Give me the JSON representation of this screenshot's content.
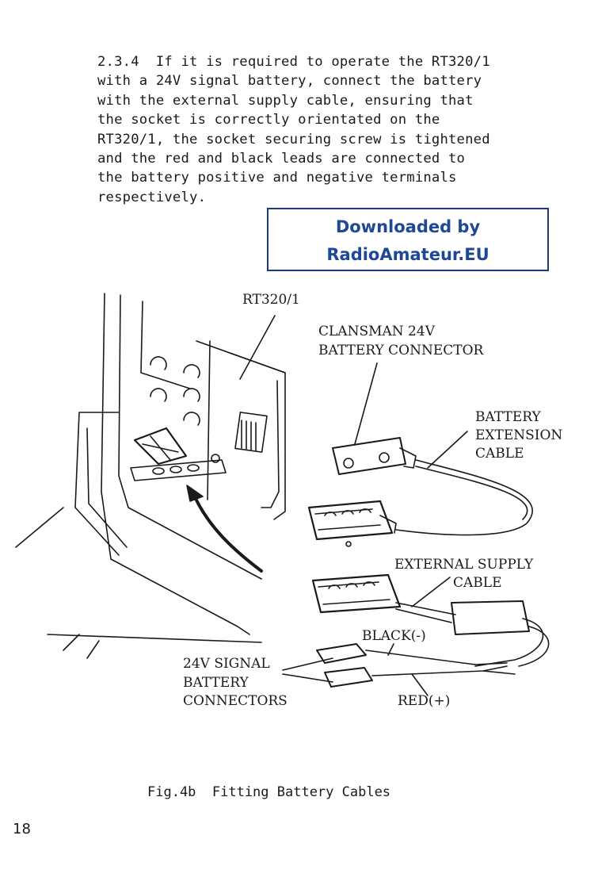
{
  "section": {
    "lines": [
      "2.3.4  If it is required to operate the RT320/1",
      "with a 24V signal battery, connect the battery",
      "with the external supply cable, ensuring that",
      "the socket is correctly orientated on the",
      "RT320/1, the socket securing screw is tightened",
      "and the red and black leads are connected to",
      "the battery positive and negative terminals",
      "respectively."
    ]
  },
  "stamp": {
    "line1": "Downloaded by",
    "line2": "RadioAmateur.EU"
  },
  "figure": {
    "labels": {
      "rt320": "RT320/1",
      "clansman_1": "CLANSMAN 24V",
      "clansman_2": "BATTERY CONNECTOR",
      "ext_cable_1": "BATTERY",
      "ext_cable_2": "EXTENSION",
      "ext_cable_3": "CABLE",
      "supply_1": "EXTERNAL SUPPLY",
      "supply_2": "CABLE",
      "black": "BLACK(-)",
      "red": "RED(+)",
      "signal_1": "24V SIGNAL",
      "signal_2": "BATTERY",
      "signal_3": "CONNECTORS"
    },
    "caption": "Fig.4b  Fitting Battery Cables"
  },
  "page_number": "18"
}
